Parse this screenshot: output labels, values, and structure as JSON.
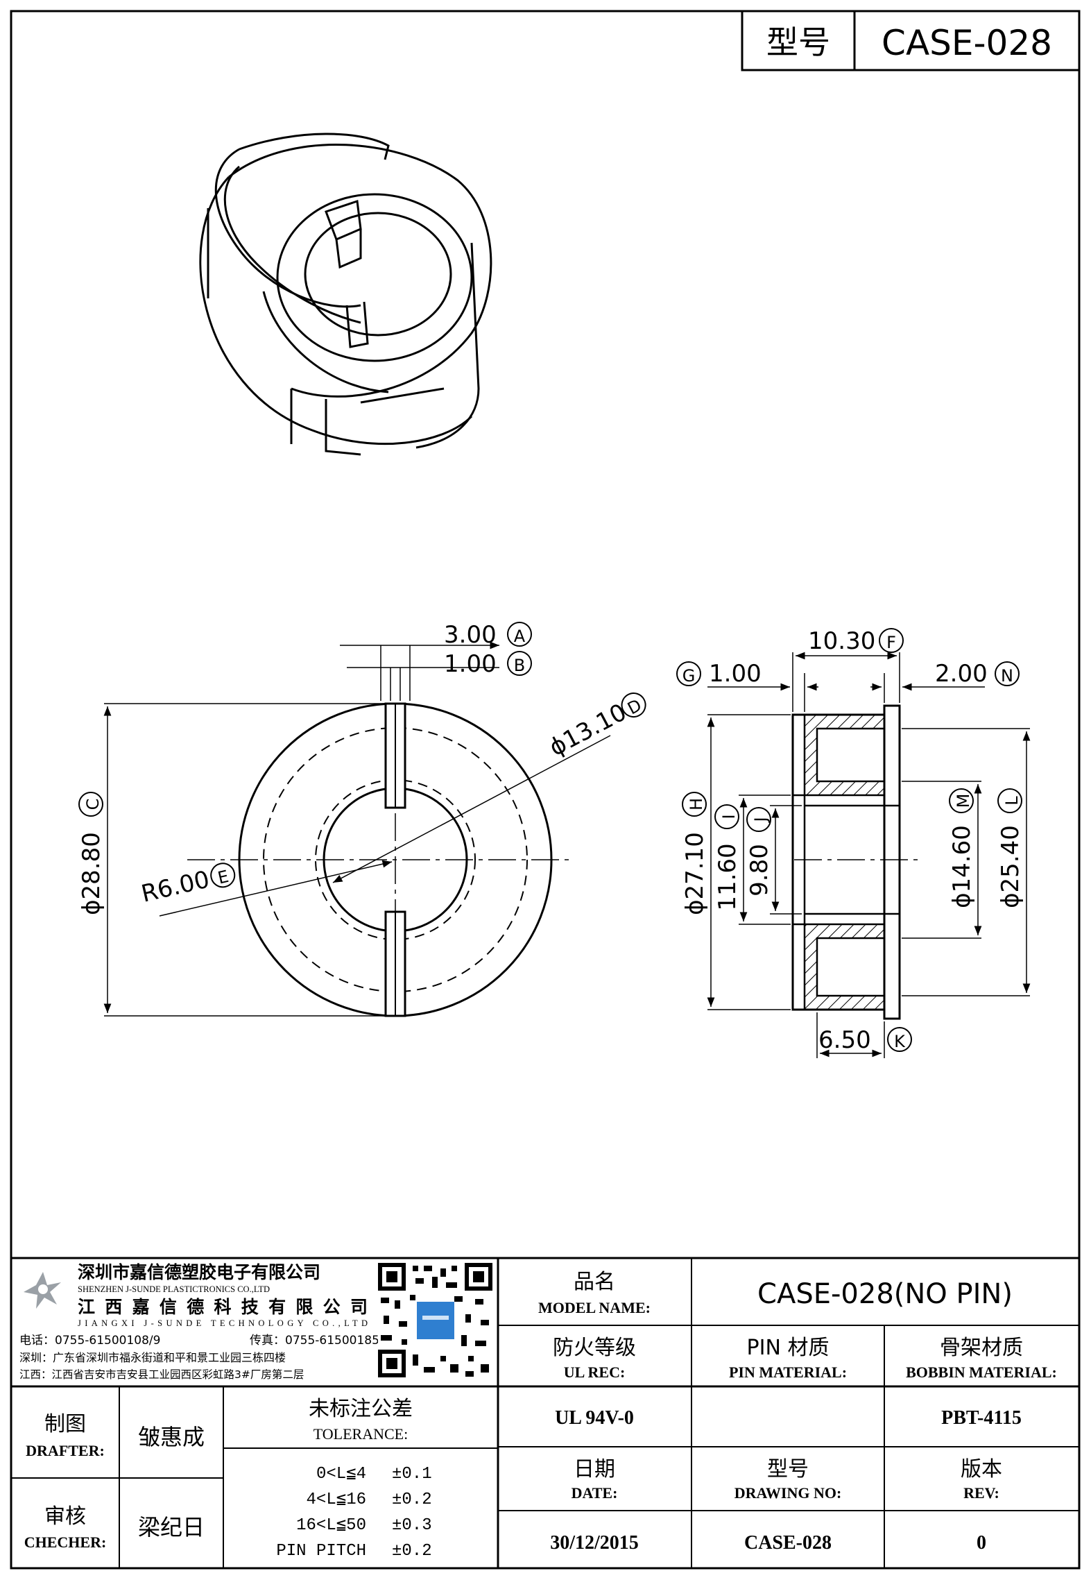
{
  "header": {
    "label": "型号",
    "value": "CASE-028"
  },
  "dims": {
    "A": {
      "value": "3.00",
      "tag": "A"
    },
    "B": {
      "value": "1.00",
      "tag": "B"
    },
    "C": {
      "value": "ϕ28.80",
      "tag": "C"
    },
    "D": {
      "value": "ϕ13.10",
      "tag": "D"
    },
    "E": {
      "value": "R6.00",
      "tag": "E"
    },
    "F": {
      "value": "10.30",
      "tag": "F"
    },
    "G": {
      "value": "1.00",
      "tag": "G"
    },
    "N": {
      "value": "2.00",
      "tag": "N"
    },
    "H": {
      "value": "ϕ27.10",
      "tag": "H"
    },
    "I": {
      "value": "11.60",
      "tag": "I"
    },
    "J": {
      "value": "9.80",
      "tag": "J"
    },
    "M": {
      "value": "ϕ14.60",
      "tag": "M"
    },
    "L": {
      "value": "ϕ25.40",
      "tag": "L"
    },
    "K": {
      "value": "6.50",
      "tag": "K"
    }
  },
  "company": {
    "name_cn_1": "深圳市嘉信德塑胶电子有限公司",
    "name_en_1": "SHENZHEN J-SUNDE PLASTICTRONICS CO.,LTD",
    "name_cn_2": "江西嘉信德科技有限公司",
    "name_en_2": "JIANGXI J-SUNDE TECHNOLOGY CO.,LTD",
    "phone": "电话：0755-61500108/9",
    "fax": "传真：0755-61500185",
    "addr_sz": "深圳：广东省深圳市福永街道和平和景工业园三栋四楼",
    "addr_jx": "江西：江西省吉安市吉安县工业园西区彩虹路3#厂房第二层"
  },
  "titleblock": {
    "model_name_cn": "品名",
    "model_name_en": "MODEL NAME:",
    "model_name_value": "CASE-028(NO PIN)",
    "ul_cn": "防火等级",
    "ul_en": "UL REC:",
    "pin_cn": "PIN 材质",
    "pin_en": "PIN MATERIAL:",
    "bobbin_cn": "骨架材质",
    "bobbin_en": "BOBBIN MATERIAL:",
    "ul_value": "UL 94V-0",
    "pin_value": "",
    "bobbin_value": "PBT-4115",
    "drafter_cn": "制图",
    "drafter_en": "DRAFTER:",
    "drafter_name": "皱惠成",
    "checker_cn": "审核",
    "checker_en": "CHECHER:",
    "checker_name": "梁纪日",
    "tol_cn": "未标注公差",
    "tol_en": "TOLERANCE:",
    "tol_rows": [
      {
        "range": "0<L≦4",
        "val": "±0.1"
      },
      {
        "range": "4<L≦16",
        "val": "±0.2"
      },
      {
        "range": "16<L≦50",
        "val": "±0.3"
      },
      {
        "range": "PIN PITCH",
        "val": "±0.2"
      }
    ],
    "date_cn": "日期",
    "date_en": "DATE:",
    "dwg_cn": "型号",
    "dwg_en": "DRAWING NO:",
    "rev_cn": "版本",
    "rev_en": "REV:",
    "date_value": "30/12/2015",
    "dwg_value": "CASE-028",
    "rev_value": "0"
  }
}
